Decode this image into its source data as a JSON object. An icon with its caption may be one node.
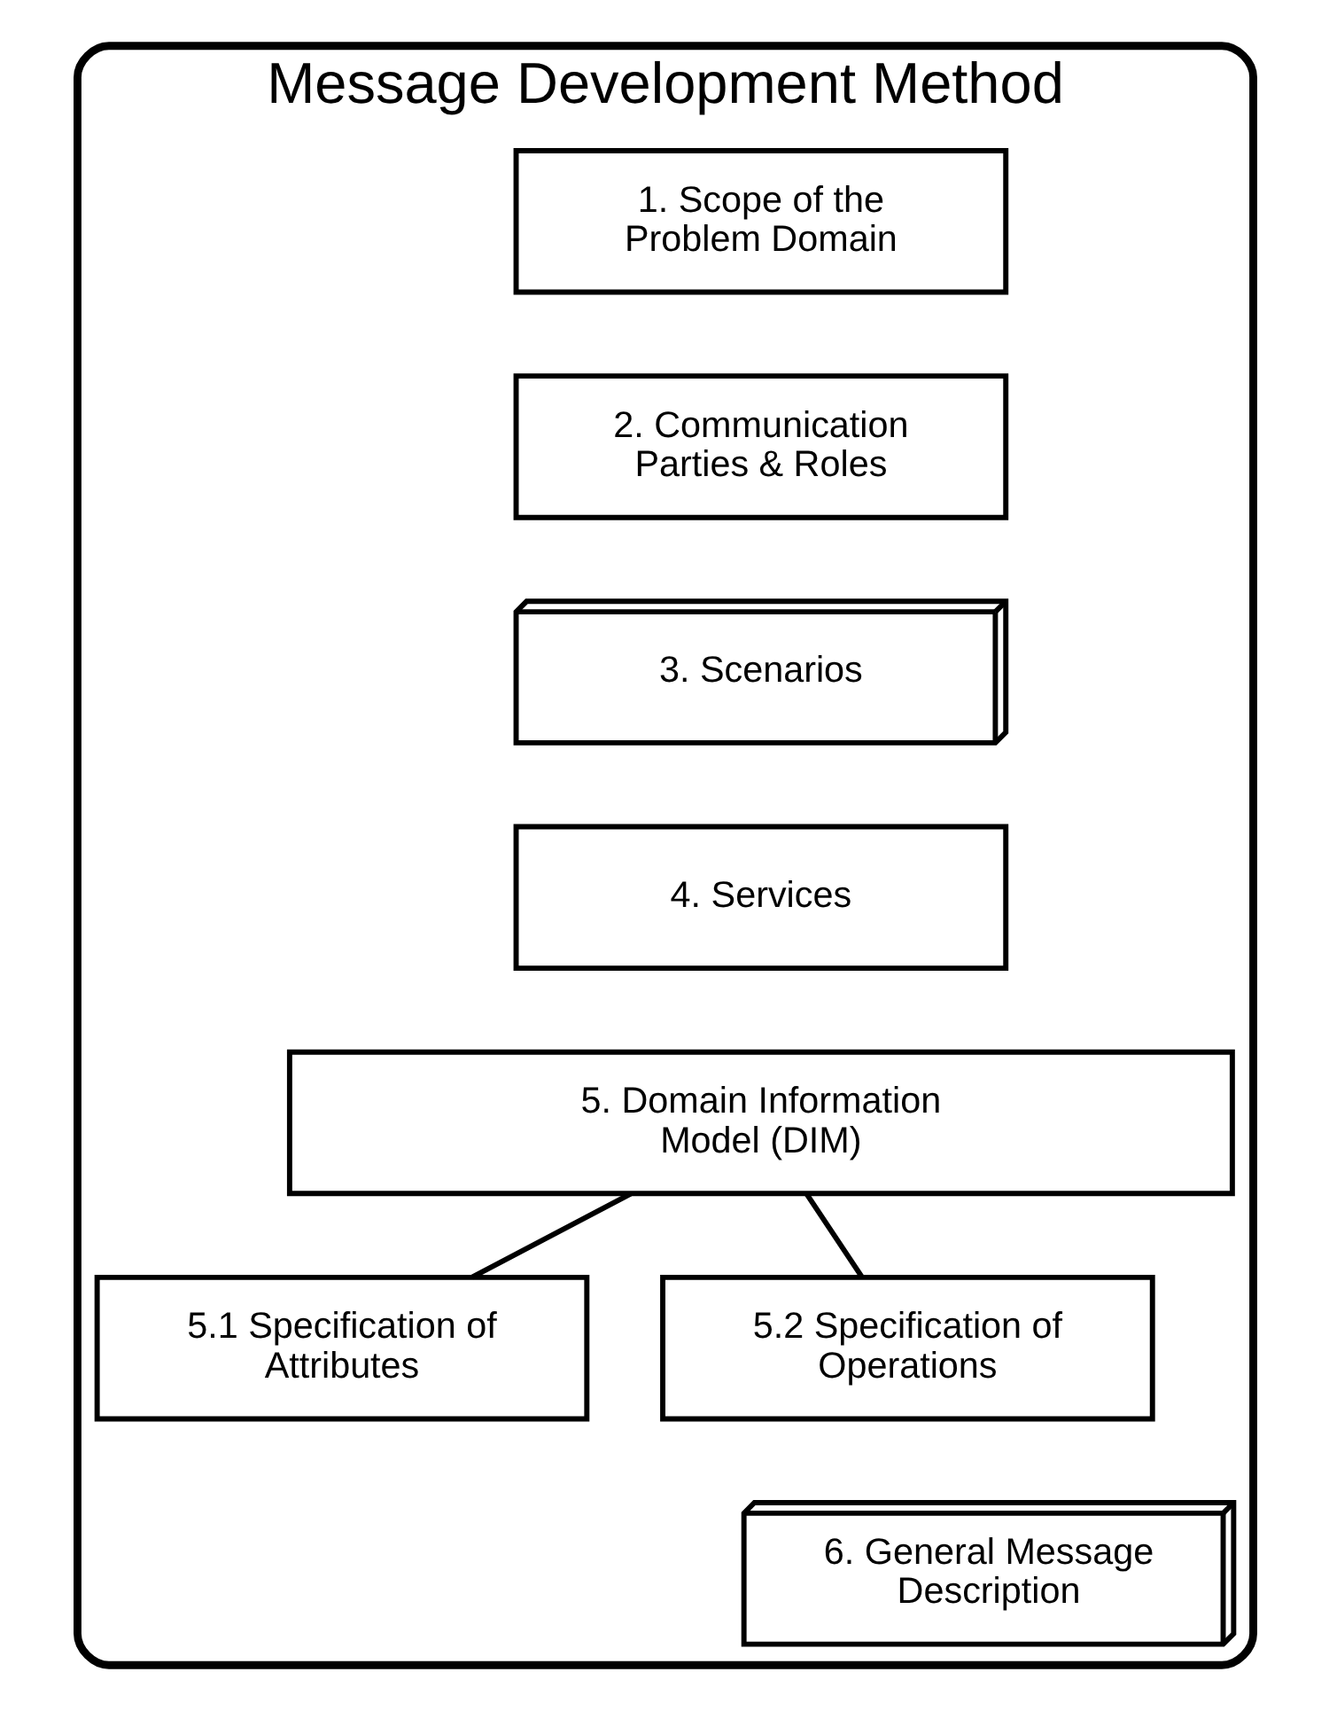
{
  "diagram": {
    "nodes": [
      {
        "text": [
          "Message Development Method"
        ]
      },
      {
        "text": [
          "1. Scope of the Problem Domain"
        ],
        "in": 0
      },
      {
        "text": [
          "2. Communication Parties & Roles"
        ],
        "in": 0
      },
      {
        "text": [
          "3. Scenarios"
        ],
        "in": 0
      },
      {
        "text": [
          "4. Services"
        ],
        "in": 0
      },
      {
        "text": [
          "5. Domain Information Model (DIM)"
        ],
        "in": 0
      },
      {
        "text": [
          "5.1 Specification of Attributes"
        ],
        "in": 0
      },
      {
        "text": [
          "5.2 Specification of Operations"
        ],
        "in": 0
      },
      {
        "text": [
          "6. General Message Description"
        ],
        "in": 0
      }
    ],
    "edges": [
      {
        "from": 5,
        "to": 6,
        "arrow": "none"
      },
      {
        "from": 5,
        "to": 7,
        "arrow": "none"
      }
    ]
  }
}
